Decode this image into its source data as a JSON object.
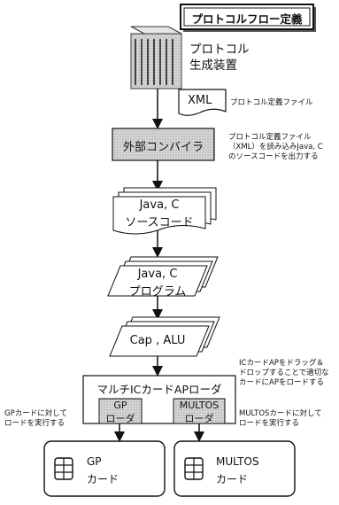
{
  "top_title": "プロトコルフロー定義",
  "generator": {
    "line1": "プロトコル",
    "line2": "生成装置"
  },
  "xml": {
    "label": "XML",
    "note": "プロトコル定義ファイル"
  },
  "converter": {
    "label": "外部コンバイラ",
    "note_lines": [
      "プロトコル定義ファイル",
      "（XML）を読み込みJava, C",
      "のソースコードを出力する"
    ]
  },
  "source": {
    "line1": "Java, C",
    "line2": "ソースコード"
  },
  "program": {
    "line1": "Java, C",
    "line2": "プログラム"
  },
  "cap": {
    "label": "Cap , ALU"
  },
  "loader": {
    "label": "マルチICカードAPローダ",
    "note_lines": [
      "ICカードAPをドラッグ＆",
      "ドロップすることで適切な",
      "カードにAPをロードする"
    ]
  },
  "gp_loader": {
    "line1": "GP",
    "line2": "ローダ",
    "note_lines": [
      "GPカードに対して",
      "ロードを実行する"
    ]
  },
  "multos_loader": {
    "line1": "MULTOS",
    "line2": "ローダ",
    "note_lines": [
      "MULTOSカードに対して",
      "ロードを実行する"
    ]
  },
  "gp_card": {
    "line1": "GP",
    "line2": "カード"
  },
  "multos_card": {
    "line1": "MULTOS",
    "line2": "カード"
  }
}
